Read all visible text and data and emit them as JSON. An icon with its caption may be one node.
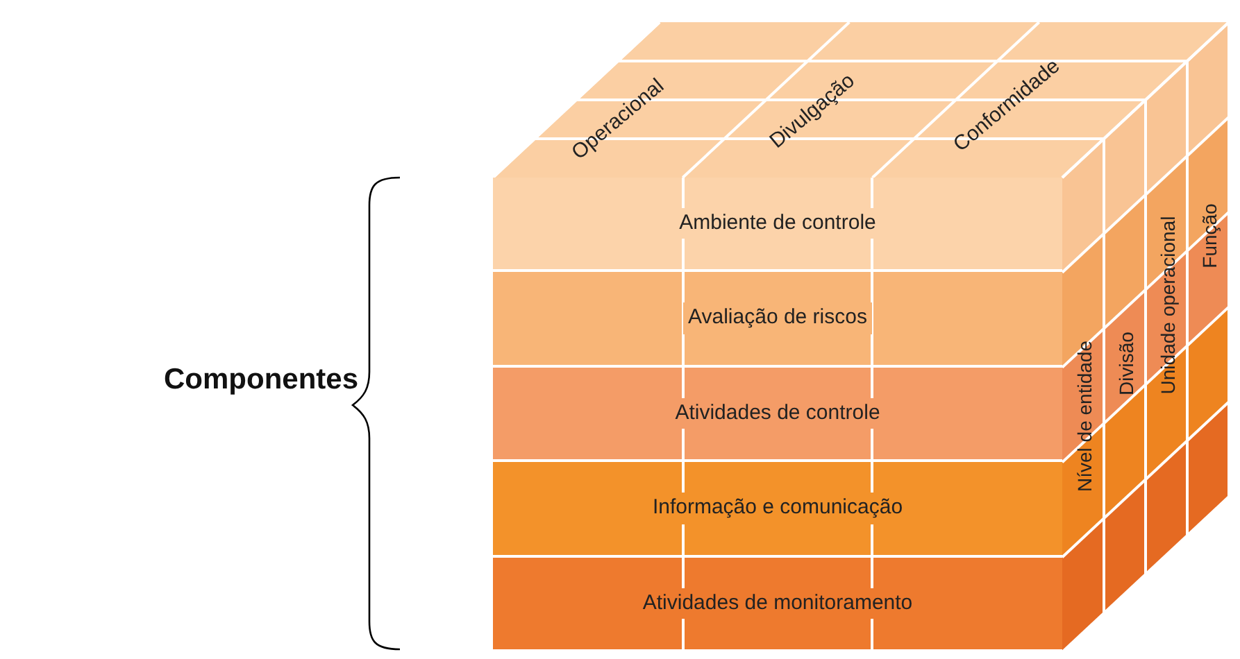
{
  "diagram": {
    "nodes": [
      {
        "text": [
          "Ambiente de controle"
        ]
      },
      {
        "text": [
          "Avaliação de riscos"
        ]
      },
      {
        "text": [
          "Atividades de controle"
        ]
      },
      {
        "text": [
          "Informação e comunicação"
        ]
      },
      {
        "text": [
          "Atividades de monitoramento"
        ]
      }
    ],
    "labels": [
      "Operacional",
      "Divulgação",
      "Conformidade",
      "Nível de entidade",
      "Divisão",
      "Unidade operacional",
      "Função",
      "Componentes"
    ]
  }
}
